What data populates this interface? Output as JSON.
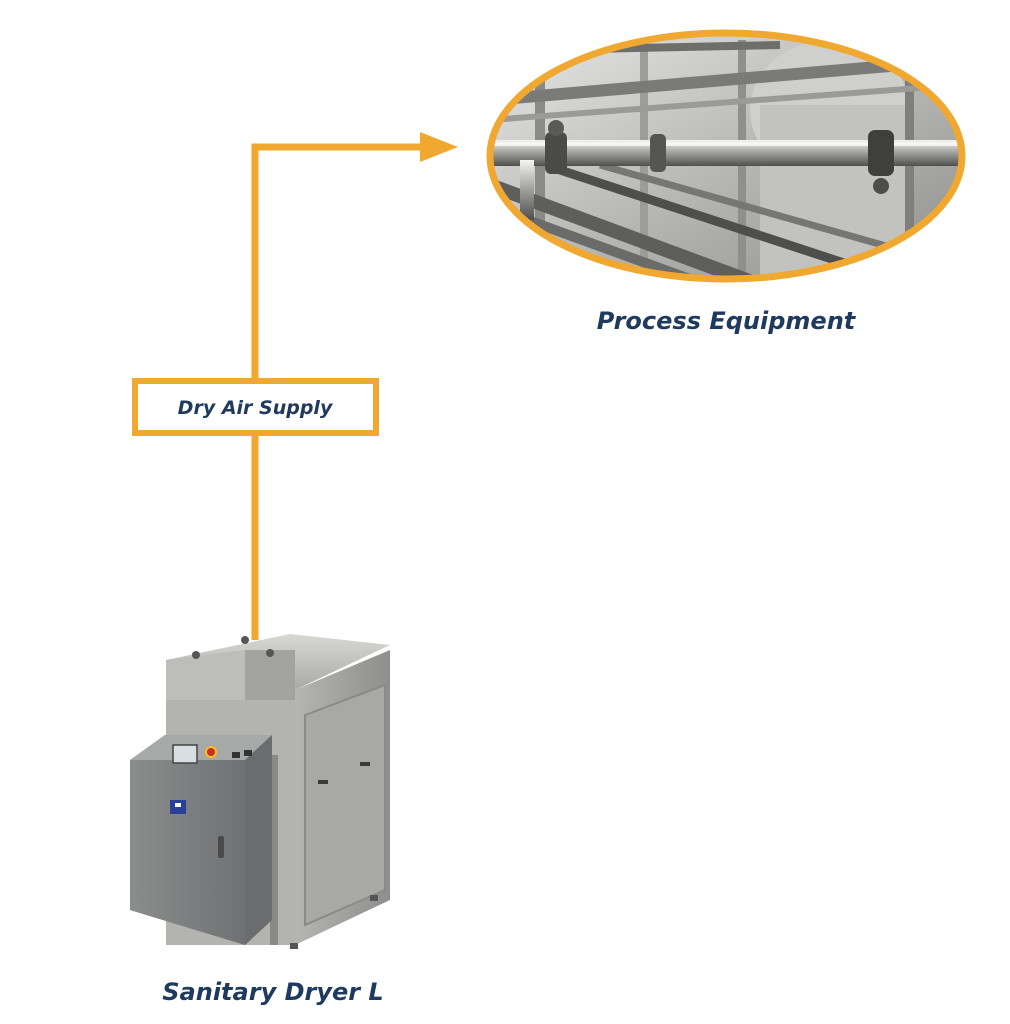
{
  "nodes": {
    "process_equipment": {
      "label": "Process Equipment"
    },
    "dry_air_supply": {
      "label": "Dry Air Supply"
    },
    "sanitary_dryer": {
      "label": "Sanitary Dryer L"
    }
  },
  "colors": {
    "connector": "#f0a830",
    "text": "#1f3a5f",
    "steel_light": "#c9c9c6",
    "steel_mid": "#9a9a96",
    "steel_dark": "#6c6c68",
    "panel_grey": "#7d7f80",
    "logo_blue": "#2a3f9a",
    "estop_red": "#c8322b",
    "estop_yellow": "#f2c21b"
  },
  "icons": {
    "dryer": "dryer-machine-icon",
    "equipment_photo": "pipe-rack-photo-icon"
  }
}
